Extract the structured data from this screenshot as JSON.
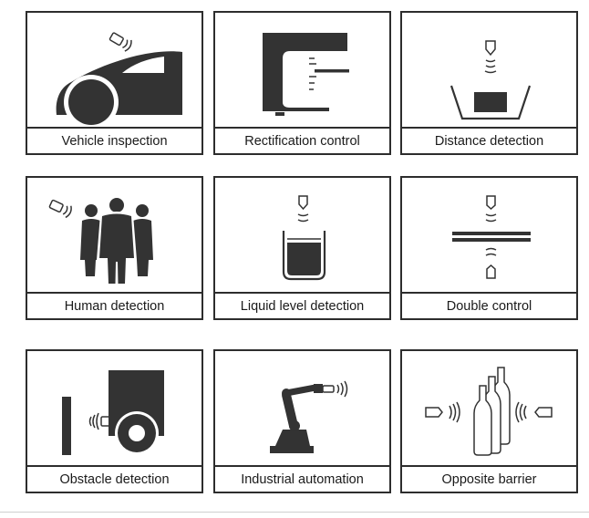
{
  "cards": [
    {
      "label": "Vehicle inspection",
      "icon": "car-sensor-icon"
    },
    {
      "label": "Rectification control",
      "icon": "press-sensor-icon"
    },
    {
      "label": "Distance detection",
      "icon": "container-distance-icon"
    },
    {
      "label": "Human detection",
      "icon": "people-sensor-icon"
    },
    {
      "label": "Liquid level detection",
      "icon": "liquid-level-icon"
    },
    {
      "label": "Double control",
      "icon": "double-sheet-icon"
    },
    {
      "label": "Obstacle detection",
      "icon": "truck-obstacle-icon"
    },
    {
      "label": "Industrial automation",
      "icon": "robot-arm-icon"
    },
    {
      "label": "Opposite barrier",
      "icon": "bottles-barrier-icon"
    }
  ],
  "colors": {
    "ink": "#333333",
    "border": "#2d2d2d"
  }
}
